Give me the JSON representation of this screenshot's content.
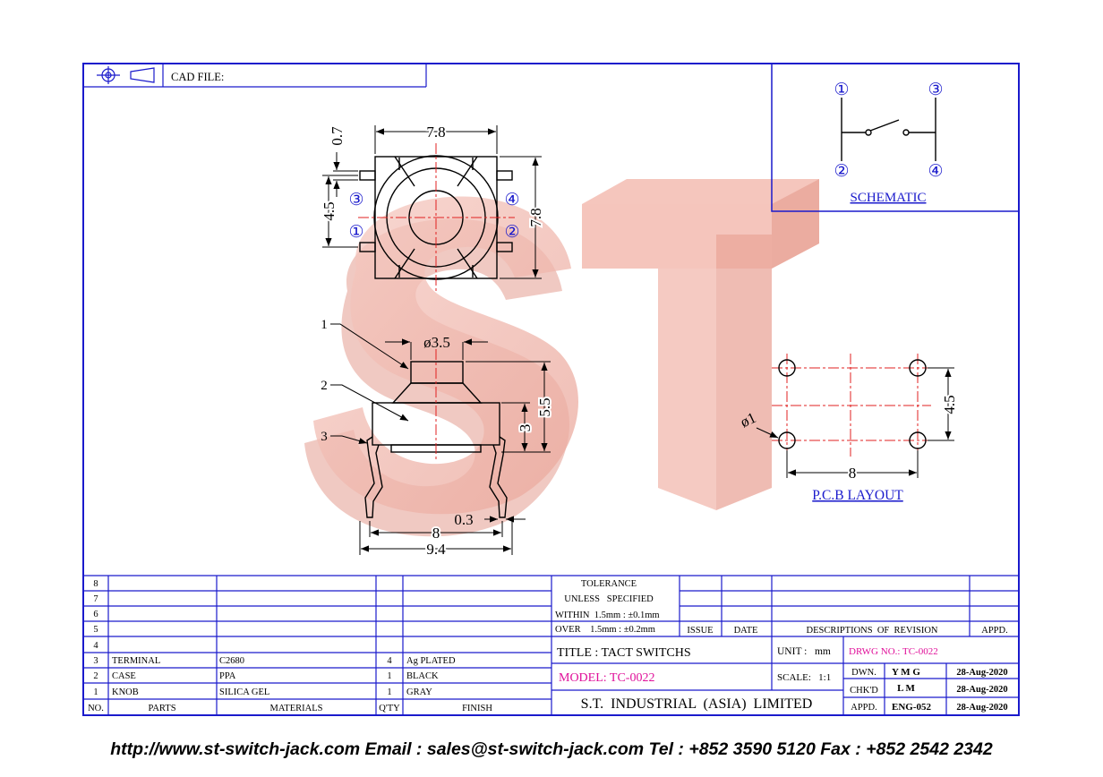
{
  "title_block": {
    "cad_file_label": "CAD FILE:",
    "tolerance": [
      "TOLERANCE",
      "UNLESS   SPECIFIED",
      "WITHIN  1.5mm : ±0.1mm",
      "OVER    1.5mm : ±0.2mm"
    ],
    "rev_headers": {
      "issue": "ISSUE",
      "date": "DATE",
      "desc": "DESCRIPTIONS  OF  REVISION",
      "appd": "APPD."
    },
    "title": "TITLE : TACT SWITCHS",
    "unit": "UNIT :   mm",
    "drawing_no": "DRWG NO.: TC-0022",
    "model": "MODEL: TC-0022",
    "scale": "SCALE:   1:1",
    "company": "S.T.  INDUSTRIAL  (ASIA)  LIMITED",
    "dwn_label": "DWN.",
    "dwn_value": "Y M G",
    "dwn_date": "28-Aug-2020",
    "chkd_label": "CHK'D",
    "chkd_value": "L M",
    "chkd_date": "28-Aug-2020",
    "appd_label": "APPD.",
    "appd_value": "ENG-052",
    "appd_date": "28-Aug-2020"
  },
  "bom": {
    "headers": [
      "NO.",
      "PARTS",
      "MATERIALS",
      "Q'TY",
      "FINISH"
    ],
    "rows": [
      {
        "no": "8",
        "part": "",
        "material": "",
        "qty": "",
        "finish": ""
      },
      {
        "no": "7",
        "part": "",
        "material": "",
        "qty": "",
        "finish": ""
      },
      {
        "no": "6",
        "part": "",
        "material": "",
        "qty": "",
        "finish": ""
      },
      {
        "no": "5",
        "part": "",
        "material": "",
        "qty": "",
        "finish": ""
      },
      {
        "no": "4",
        "part": "",
        "material": "",
        "qty": "",
        "finish": ""
      },
      {
        "no": "3",
        "part": "TERMINAL",
        "material": "C2680",
        "qty": "4",
        "finish": "Ag PLATED"
      },
      {
        "no": "2",
        "part": "CASE",
        "material": "PPA",
        "qty": "1",
        "finish": "BLACK"
      },
      {
        "no": "1",
        "part": "KNOB",
        "material": "SILICA GEL",
        "qty": "1",
        "finish": "GRAY"
      }
    ]
  },
  "drawing": {
    "top_view": {
      "width": "7.8",
      "height": "7.8",
      "pin_offset": "0.7",
      "pin_pitch": "4.5",
      "pin_labels": [
        "③",
        "④",
        "①",
        "②"
      ]
    },
    "side_view": {
      "knob_dia": "ø3.5",
      "total_height": "5.5",
      "body_height": "3",
      "lead_width": "0.3",
      "pin_span": "8",
      "overall_width": "9.4",
      "callouts": [
        "1",
        "2",
        "3"
      ]
    },
    "pcb_layout": {
      "hole_dia": "ø1",
      "spacing_x": "8",
      "spacing_y": "4.5",
      "label": "P.C.B  LAYOUT"
    },
    "schematic": {
      "label": "SCHEMATIC",
      "pins": [
        "①",
        "③",
        "②",
        "④"
      ]
    },
    "watermark": "ST"
  },
  "footer": {
    "text": "http://www.st-switch-jack.com  Email : sales@st-switch-jack.com  Tel : +852 3590 5120  Fax : +852 2542 2342"
  },
  "colors": {
    "line": "#1a1acc",
    "center_line": "#e02020",
    "watermark": "#f2b8ae",
    "magenta": "#e0109a",
    "text": "#000000"
  }
}
